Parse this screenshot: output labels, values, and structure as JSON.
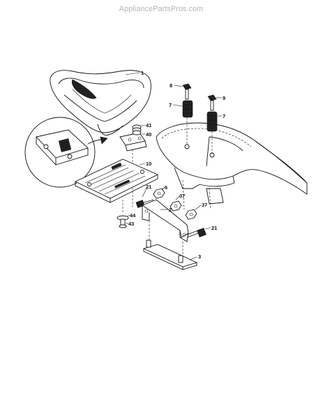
{
  "watermark": "AppliancePartsPros.com",
  "callouts": [
    {
      "id": "c1",
      "text": "1"
    },
    {
      "id": "c8",
      "text": "8"
    },
    {
      "id": "c9",
      "text": "9"
    },
    {
      "id": "c7a",
      "text": "7"
    },
    {
      "id": "c7b",
      "text": "7"
    },
    {
      "id": "c41",
      "text": "41"
    },
    {
      "id": "c40",
      "text": "40"
    },
    {
      "id": "c10",
      "text": "10"
    },
    {
      "id": "c21a",
      "text": "21"
    },
    {
      "id": "c6",
      "text": "6"
    },
    {
      "id": "c37a",
      "text": "37"
    },
    {
      "id": "c37b",
      "text": "37"
    },
    {
      "id": "c2",
      "text": "2"
    },
    {
      "id": "c44",
      "text": "44"
    },
    {
      "id": "c43",
      "text": "43"
    },
    {
      "id": "c21b",
      "text": "21"
    },
    {
      "id": "c3",
      "text": "3"
    }
  ]
}
